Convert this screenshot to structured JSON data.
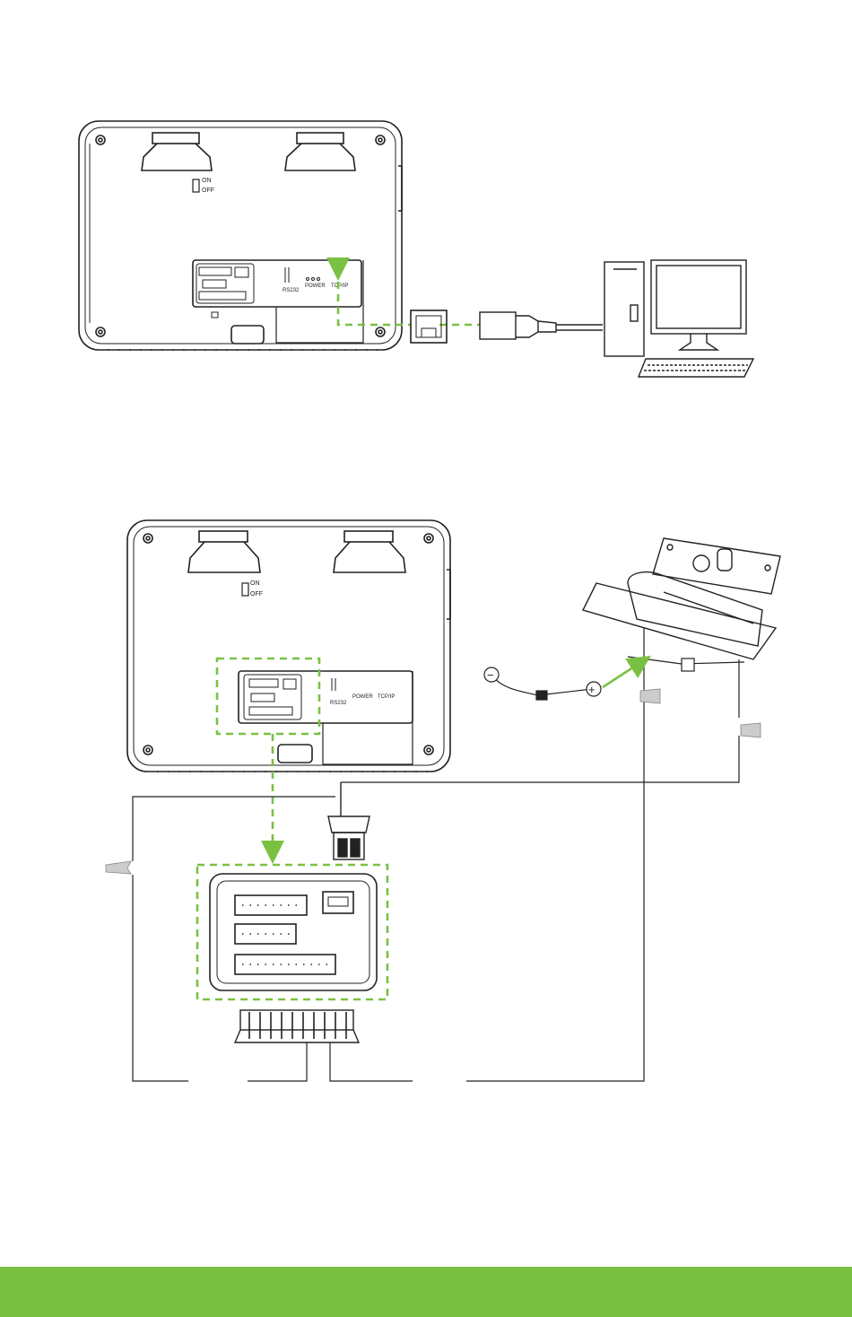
{
  "colors": {
    "accent": "#7ac143",
    "line": "#222222",
    "background": "#ffffff"
  },
  "device_top": {
    "switch_on": "ON",
    "switch_off": "OFF",
    "rs232": "RS232",
    "power": "POWER",
    "tcpip": "TCP/IP"
  },
  "device_bottom": {
    "switch_on": "ON",
    "switch_off": "OFF",
    "rs232": "RS232",
    "power": "POWER",
    "tcpip": "TCP/IP"
  },
  "lock": {
    "minus": "−",
    "plus": "+"
  },
  "icons": [
    "ethernet-port-icon",
    "rj45-plug-icon",
    "computer-icon",
    "electric-lock-icon",
    "diode-icon"
  ]
}
